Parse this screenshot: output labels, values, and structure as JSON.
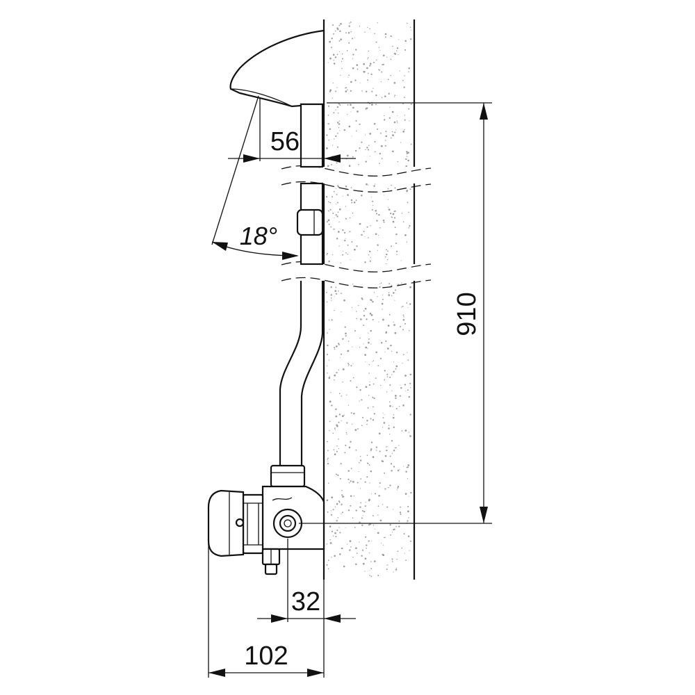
{
  "dimensions": {
    "spout_offset": "56",
    "angle": "18°",
    "height": "910",
    "valve_offset": "32",
    "total_depth": "102"
  },
  "colors": {
    "line": "#111111",
    "wall_fill": "#ffffff",
    "speckle": "#9a9a9a"
  }
}
